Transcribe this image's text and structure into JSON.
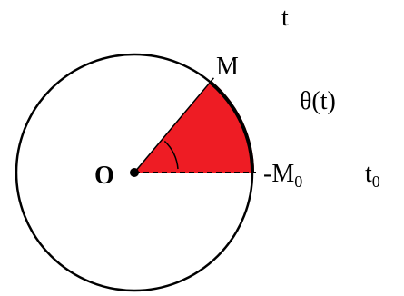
{
  "labels": {
    "t": "t",
    "M": "M",
    "theta": "θ(t)",
    "O": "O",
    "M0_main": "-M",
    "M0_sub": "0",
    "t0_main": "t",
    "t0_sub": "0"
  },
  "colors": {
    "sector_fill": "#ee1c24",
    "stroke": "#000000",
    "background": "#ffffff"
  },
  "angle_degrees": 50
}
